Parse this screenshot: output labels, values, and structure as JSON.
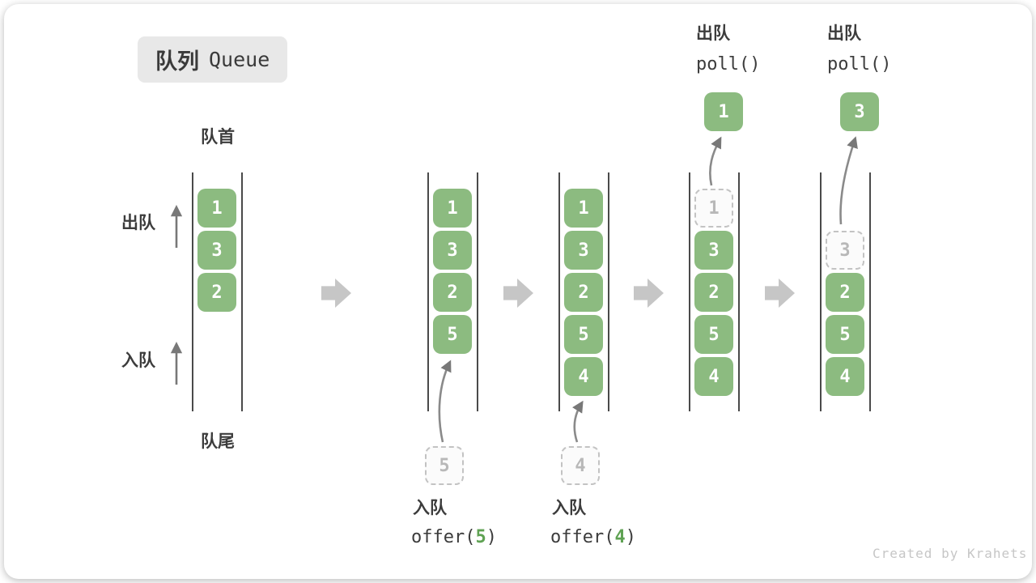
{
  "title": {
    "zh": "队列",
    "en": "Queue"
  },
  "labels": {
    "front": "队首",
    "rear": "队尾",
    "dequeue_side": "出队",
    "enqueue_side": "入队"
  },
  "operations": {
    "offer5": {
      "name_zh": "入队",
      "code_prefix": "offer(",
      "arg": "5",
      "code_suffix": ")"
    },
    "offer4": {
      "name_zh": "入队",
      "code_prefix": "offer(",
      "arg": "4",
      "code_suffix": ")"
    },
    "poll1": {
      "name_zh": "出队",
      "code": "poll()"
    },
    "poll3": {
      "name_zh": "出队",
      "code": "poll()"
    }
  },
  "states": {
    "s1": {
      "boxes": [
        "1",
        "3",
        "2"
      ]
    },
    "s2": {
      "boxes": [
        "1",
        "3",
        "2",
        "5"
      ],
      "incoming": "5"
    },
    "s3": {
      "boxes": [
        "1",
        "3",
        "2",
        "5",
        "4"
      ],
      "incoming": "4"
    },
    "s4": {
      "removed": "1",
      "boxes": [
        "3",
        "2",
        "5",
        "4"
      ],
      "polled": "1"
    },
    "s5": {
      "removed": "3",
      "boxes": [
        "2",
        "5",
        "4"
      ],
      "polled": "3"
    }
  },
  "watermark": "Created by Krahets",
  "colors": {
    "item_green": "#8cbb80",
    "code_arg_green": "#5fa253",
    "block_arrow_gray": "#c6c6c6",
    "channel_line": "#4a4a4a",
    "ghost_border": "#c3c3c3",
    "watermark_gray": "#c6c6c6"
  }
}
